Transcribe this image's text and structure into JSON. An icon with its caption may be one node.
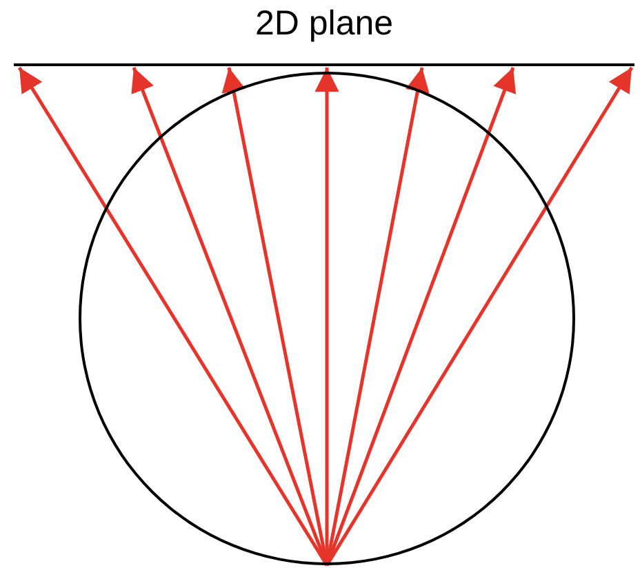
{
  "diagram": {
    "nodes": [
      {
        "text": [],
        "shape": "circle"
      },
      {
        "text": [
          "2D plane"
        ]
      }
    ],
    "edges": [
      {
        "from": 0,
        "to": 1,
        "arrow": "to"
      },
      {
        "from": 0,
        "to": 1,
        "arrow": "to"
      },
      {
        "from": 0,
        "to": 1,
        "arrow": "to"
      },
      {
        "from": 0,
        "to": 1,
        "arrow": "to"
      },
      {
        "from": 0,
        "to": 1,
        "arrow": "to"
      },
      {
        "from": 0,
        "to": 1,
        "arrow": "to"
      },
      {
        "from": 0,
        "to": 1,
        "arrow": "to"
      }
    ]
  }
}
